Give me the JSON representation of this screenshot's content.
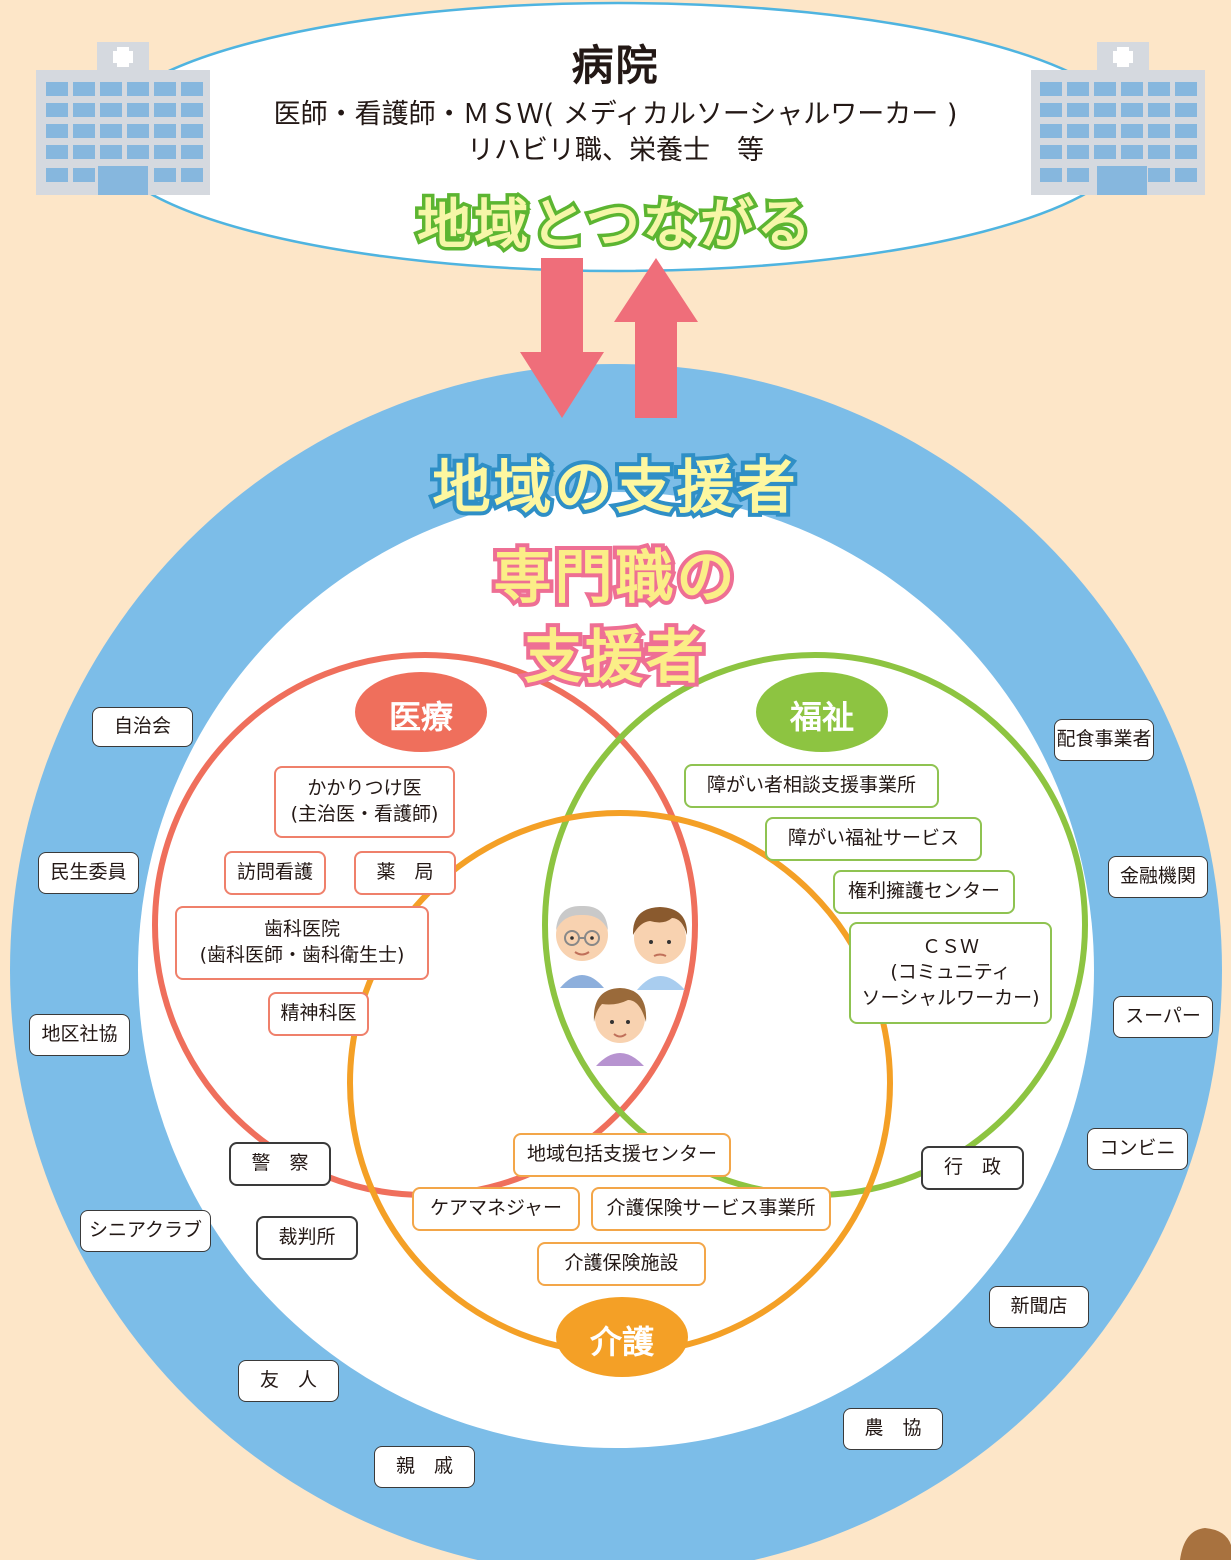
{
  "colors": {
    "page_bg": "#fde6c8",
    "outer_ring": "#7cbde8",
    "inner_circle": "#ffffff",
    "medical": "#ef6f5c",
    "welfare": "#8dc441",
    "care": "#f4a026",
    "arrow": "#ef6e7a"
  },
  "hospital": {
    "title": "病院",
    "line1": "医師・看護師・ＭＳＷ( メディカルソーシャルワーカー )",
    "line2": "リハビリ職、栄養士　等"
  },
  "connect_title": "地域とつながる",
  "local_title": "地域の支援者",
  "pro_title": {
    "line1": "専門職の",
    "line2": "支援者"
  },
  "categories": {
    "medical": "医療",
    "welfare": "福祉",
    "care": "介護"
  },
  "medical_items": [
    {
      "line1": "かかりつけ医",
      "line2": "(主治医・看護師)"
    },
    {
      "line1": "訪問看護"
    },
    {
      "line1": "薬　局"
    },
    {
      "line1": "歯科医院",
      "line2": "(歯科医師・歯科衛生士)"
    },
    {
      "line1": "精神科医"
    }
  ],
  "welfare_items": [
    {
      "line1": "障がい者相談支援事業所"
    },
    {
      "line1": "障がい福祉サービス"
    },
    {
      "line1": "権利擁護センター"
    },
    {
      "line1": "ＣＳＷ",
      "line2": "(コミュニティ",
      "line3": "ソーシャルワーカー)"
    }
  ],
  "care_items": [
    {
      "line1": "地域包括支援センター"
    },
    {
      "line1": "ケアマネジャー"
    },
    {
      "line1": "介護保険サービス事業所"
    },
    {
      "line1": "介護保険施設"
    }
  ],
  "inner_other": [
    {
      "line1": "警　察"
    },
    {
      "line1": "裁判所"
    },
    {
      "line1": "行　政"
    }
  ],
  "ring_items": [
    {
      "line1": "自治会"
    },
    {
      "line1": "民生委員"
    },
    {
      "line1": "地区社協"
    },
    {
      "line1": "シニアクラブ"
    },
    {
      "line1": "友　人"
    },
    {
      "line1": "親　戚"
    },
    {
      "line1": "配食事業者"
    },
    {
      "line1": "金融機関"
    },
    {
      "line1": "スーパー"
    },
    {
      "line1": "コンビニ"
    },
    {
      "line1": "新聞店"
    },
    {
      "line1": "農　協"
    }
  ]
}
